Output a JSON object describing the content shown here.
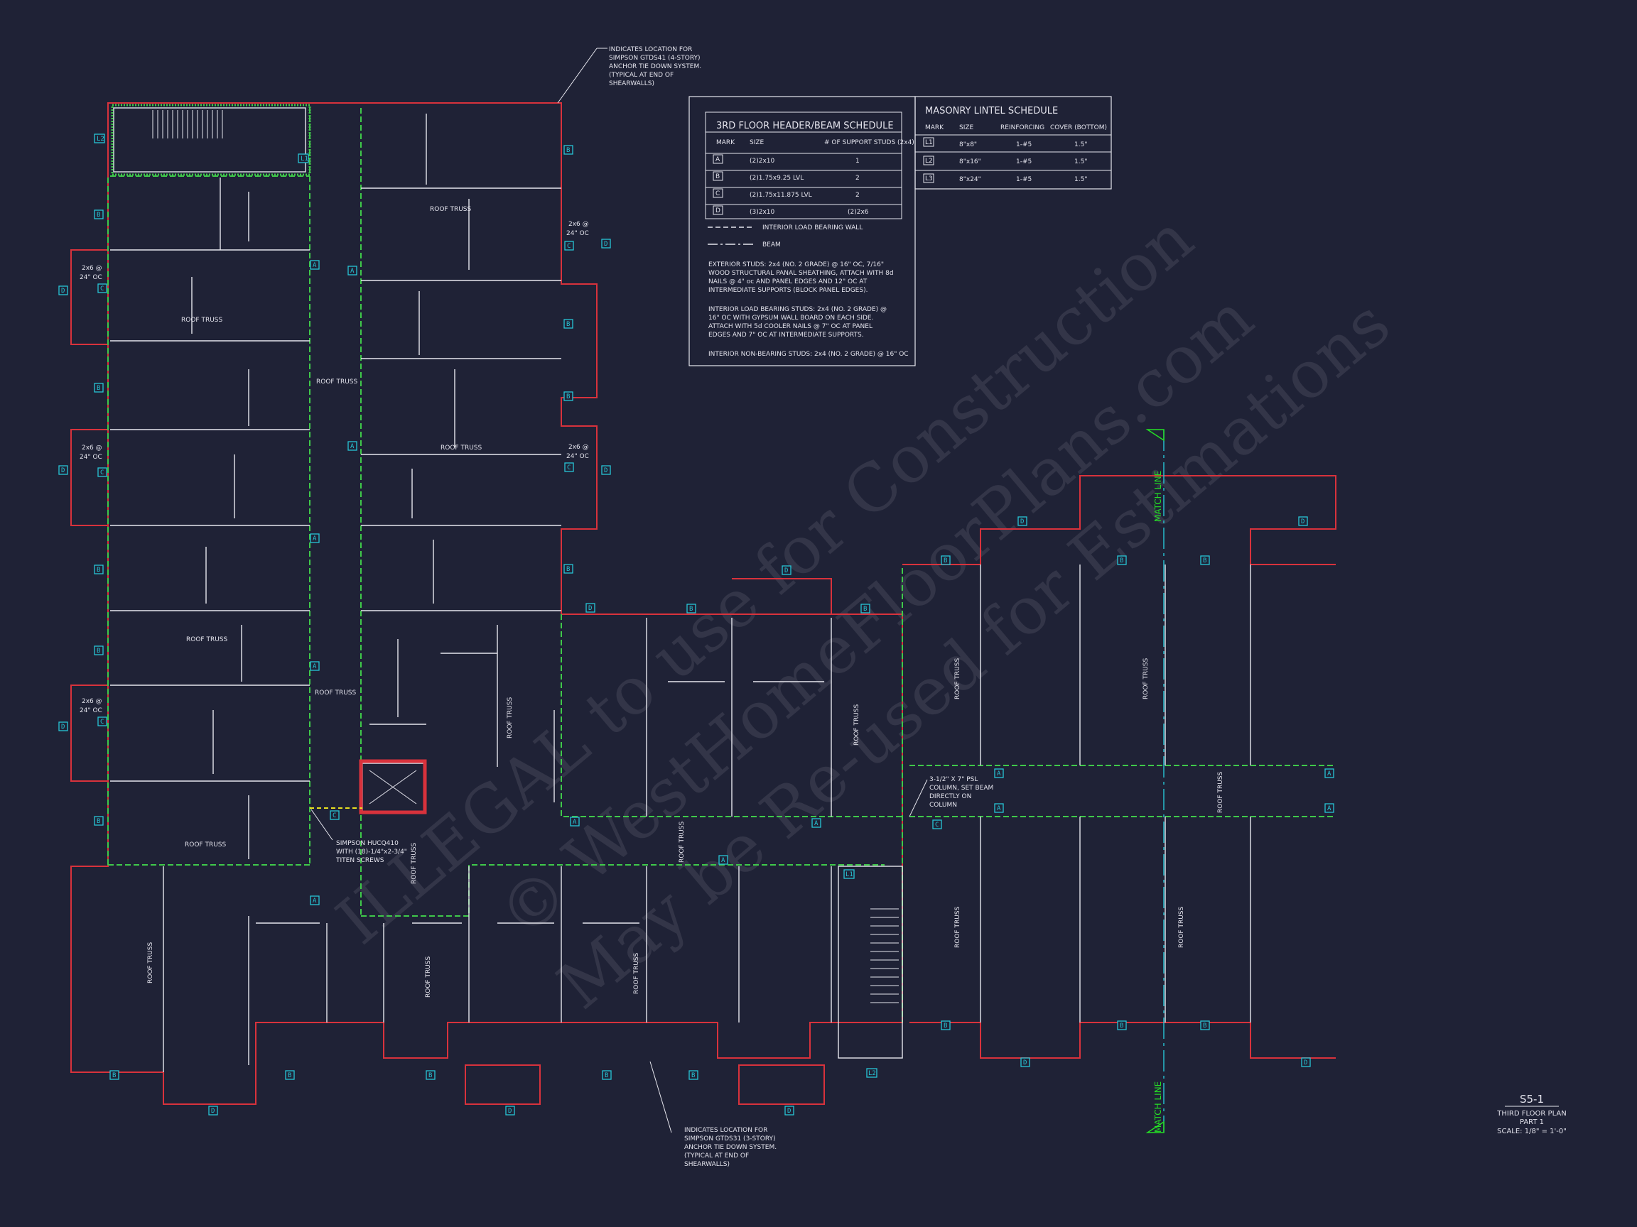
{
  "header_schedule": {
    "title": "3RD FLOOR HEADER/BEAM SCHEDULE",
    "col_mark": "MARK",
    "col_size": "SIZE",
    "col_studs": "# OF SUPPORT STUDS (2x4)",
    "rows": [
      {
        "mark": "A",
        "size": "(2)2x10",
        "studs": "1"
      },
      {
        "mark": "B",
        "size": "(2)1.75x9.25 LVL",
        "studs": "2"
      },
      {
        "mark": "C",
        "size": "(2)1.75x11.875 LVL",
        "studs": "2"
      },
      {
        "mark": "D",
        "size": "(3)2x10",
        "studs": "(2)2x6"
      }
    ],
    "legend_bearing": "INTERIOR LOAD BEARING WALL",
    "legend_beam": "BEAM",
    "notes": [
      "EXTERIOR STUDS: 2x4 (NO. 2 GRADE) @ 16\" OC, 7/16\"",
      "WOOD STRUCTURAL PANAL SHEATHING, ATTACH WITH 8d",
      "NAILS @ 4\" oc AND PANEL EDGES AND 12\" OC AT",
      "INTERMEDIATE SUPPORTS (BLOCK PANEL EDGES).",
      "",
      "INTERIOR LOAD BEARING STUDS: 2x4 (NO. 2 GRADE) @",
      "16\" OC WITH GYPSUM WALL BOARD ON EACH SIDE.",
      "ATTACH WITH 5d COOLER NAILS @ 7\" OC AT PANEL",
      "EDGES AND 7\" OC AT INTERMEDIATE SUPPORTS.",
      "",
      "INTERIOR NON-BEARING STUDS: 2x4 (NO. 2 GRADE) @ 16\" OC"
    ]
  },
  "lintel_schedule": {
    "title": "MASONRY LINTEL SCHEDULE",
    "cols": [
      "MARK",
      "SIZE",
      "REINFORCING",
      "COVER (BOTTOM)"
    ],
    "rows": [
      [
        "L1",
        "8\"x8\"",
        "1-#5",
        "1.5\""
      ],
      [
        "L2",
        "8\"x16\"",
        "1-#5",
        "1.5\""
      ],
      [
        "L3",
        "8\"x24\"",
        "1-#5",
        "1.5\""
      ]
    ]
  },
  "notes": {
    "top": [
      "INDICATES LOCATION FOR",
      "SIMPSON GTDS41 (4-STORY)",
      "ANCHOR TIE DOWN SYSTEM.",
      "(TYPICAL AT END OF",
      "SHEARWALLS)"
    ],
    "bottom": [
      "INDICATES LOCATION FOR",
      "SIMPSON GTDS31 (3-STORY)",
      "ANCHOR TIE DOWN SYSTEM.",
      "(TYPICAL AT END OF",
      "SHEARWALLS)"
    ],
    "hucq": [
      "SIMPSON HUCQ410",
      "WITH (18)-1/4\"x2-3/4\"",
      "TITEN SCREWS"
    ],
    "psl": [
      "3-1/2\" X 7\" PSL",
      "COLUMN, SET BEAM",
      "DIRECTLY ON",
      "COLUMN"
    ]
  },
  "labels": {
    "roof_truss": "ROOF TRUSS",
    "studs_2x6": "2x6 @",
    "studs_24oc": "24\" OC",
    "match_line": "MATCH LINE"
  },
  "title_block": {
    "sheet": "S5-1",
    "line1": "THIRD FLOOR PLAN",
    "line2": "PART 1",
    "scale": "SCALE: 1/8\" = 1'-0\""
  },
  "watermark": {
    "line1": "ILLEGAL to use for Construction",
    "line2": "© WestHomeFloorPlans.com",
    "line3": "May be Re-used for Estimations"
  },
  "colors": {
    "background": "#1f2236",
    "walls": "#e6e6ee",
    "exterior": "#d8323c",
    "bearing": "#3fc94a",
    "tags": "#27c6d6",
    "match_line": "#25e025"
  }
}
